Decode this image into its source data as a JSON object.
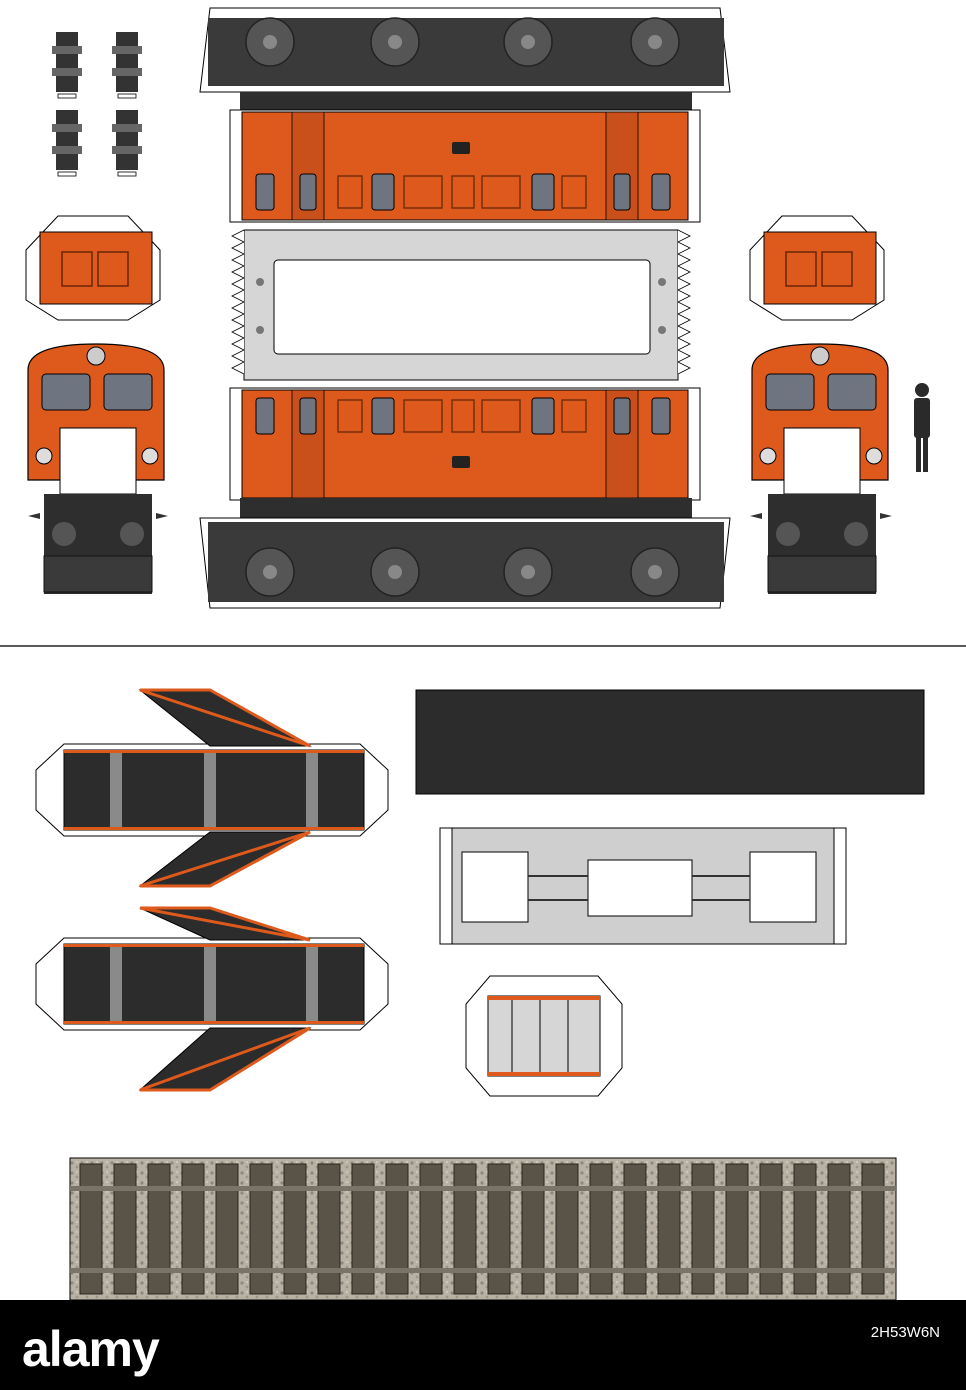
{
  "colors": {
    "orange": "#dd5a1c",
    "dark_orange": "#b8430f",
    "chassis": "#3b3b3b",
    "gray_panel": "#d6d6d6",
    "window": "#6e7580",
    "sleeper": "#5a5347",
    "ballast": "#bdb6a8"
  },
  "watermark": {
    "logo": "alamy",
    "stock_id": "2H53W6N"
  },
  "pieces": {
    "wheel_sets": 4,
    "loco_cab_ends": 2,
    "buffer_beams": 2,
    "bogie_frames": 2,
    "track_sleepers": 24
  }
}
